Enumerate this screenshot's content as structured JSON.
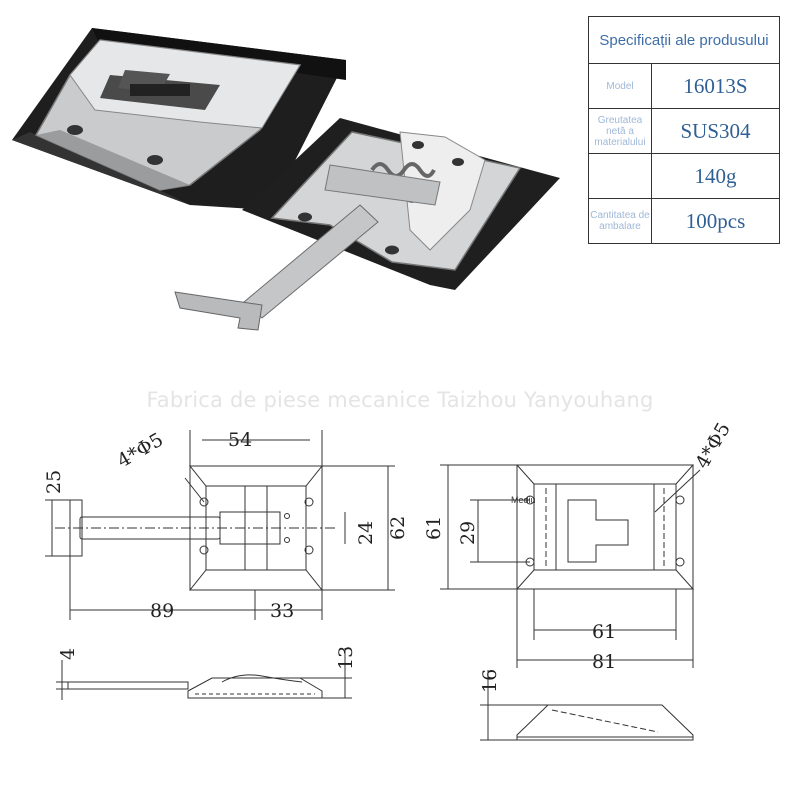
{
  "spec_table": {
    "title": "Specificații ale produsului",
    "rows": [
      {
        "label": "Model",
        "value": "16013S"
      },
      {
        "label": "Greutatea netă a materialului",
        "value": "SUS304"
      },
      {
        "label": "",
        "value": "140g"
      },
      {
        "label": "Cantitatea de ambalare",
        "value": "100pcs"
      }
    ]
  },
  "watermark": "Fabrica de piese mecanice Taizhou Yanyouhang",
  "front_view": {
    "hole_label": "4*Φ5",
    "dim_top": "54",
    "dim_left": "25",
    "dim_inner": "24",
    "dim_height": "62",
    "dim_length": "89",
    "dim_base": "33"
  },
  "side_view": {
    "dim_thick": "4",
    "dim_height": "13"
  },
  "keeper_view": {
    "hole_label": "4*Φ5",
    "center_label": "Mediu",
    "dim_height": "61",
    "dim_inner": "29",
    "dim_inner_width": "61",
    "dim_width": "81"
  },
  "keeper_side": {
    "dim_height": "16"
  }
}
